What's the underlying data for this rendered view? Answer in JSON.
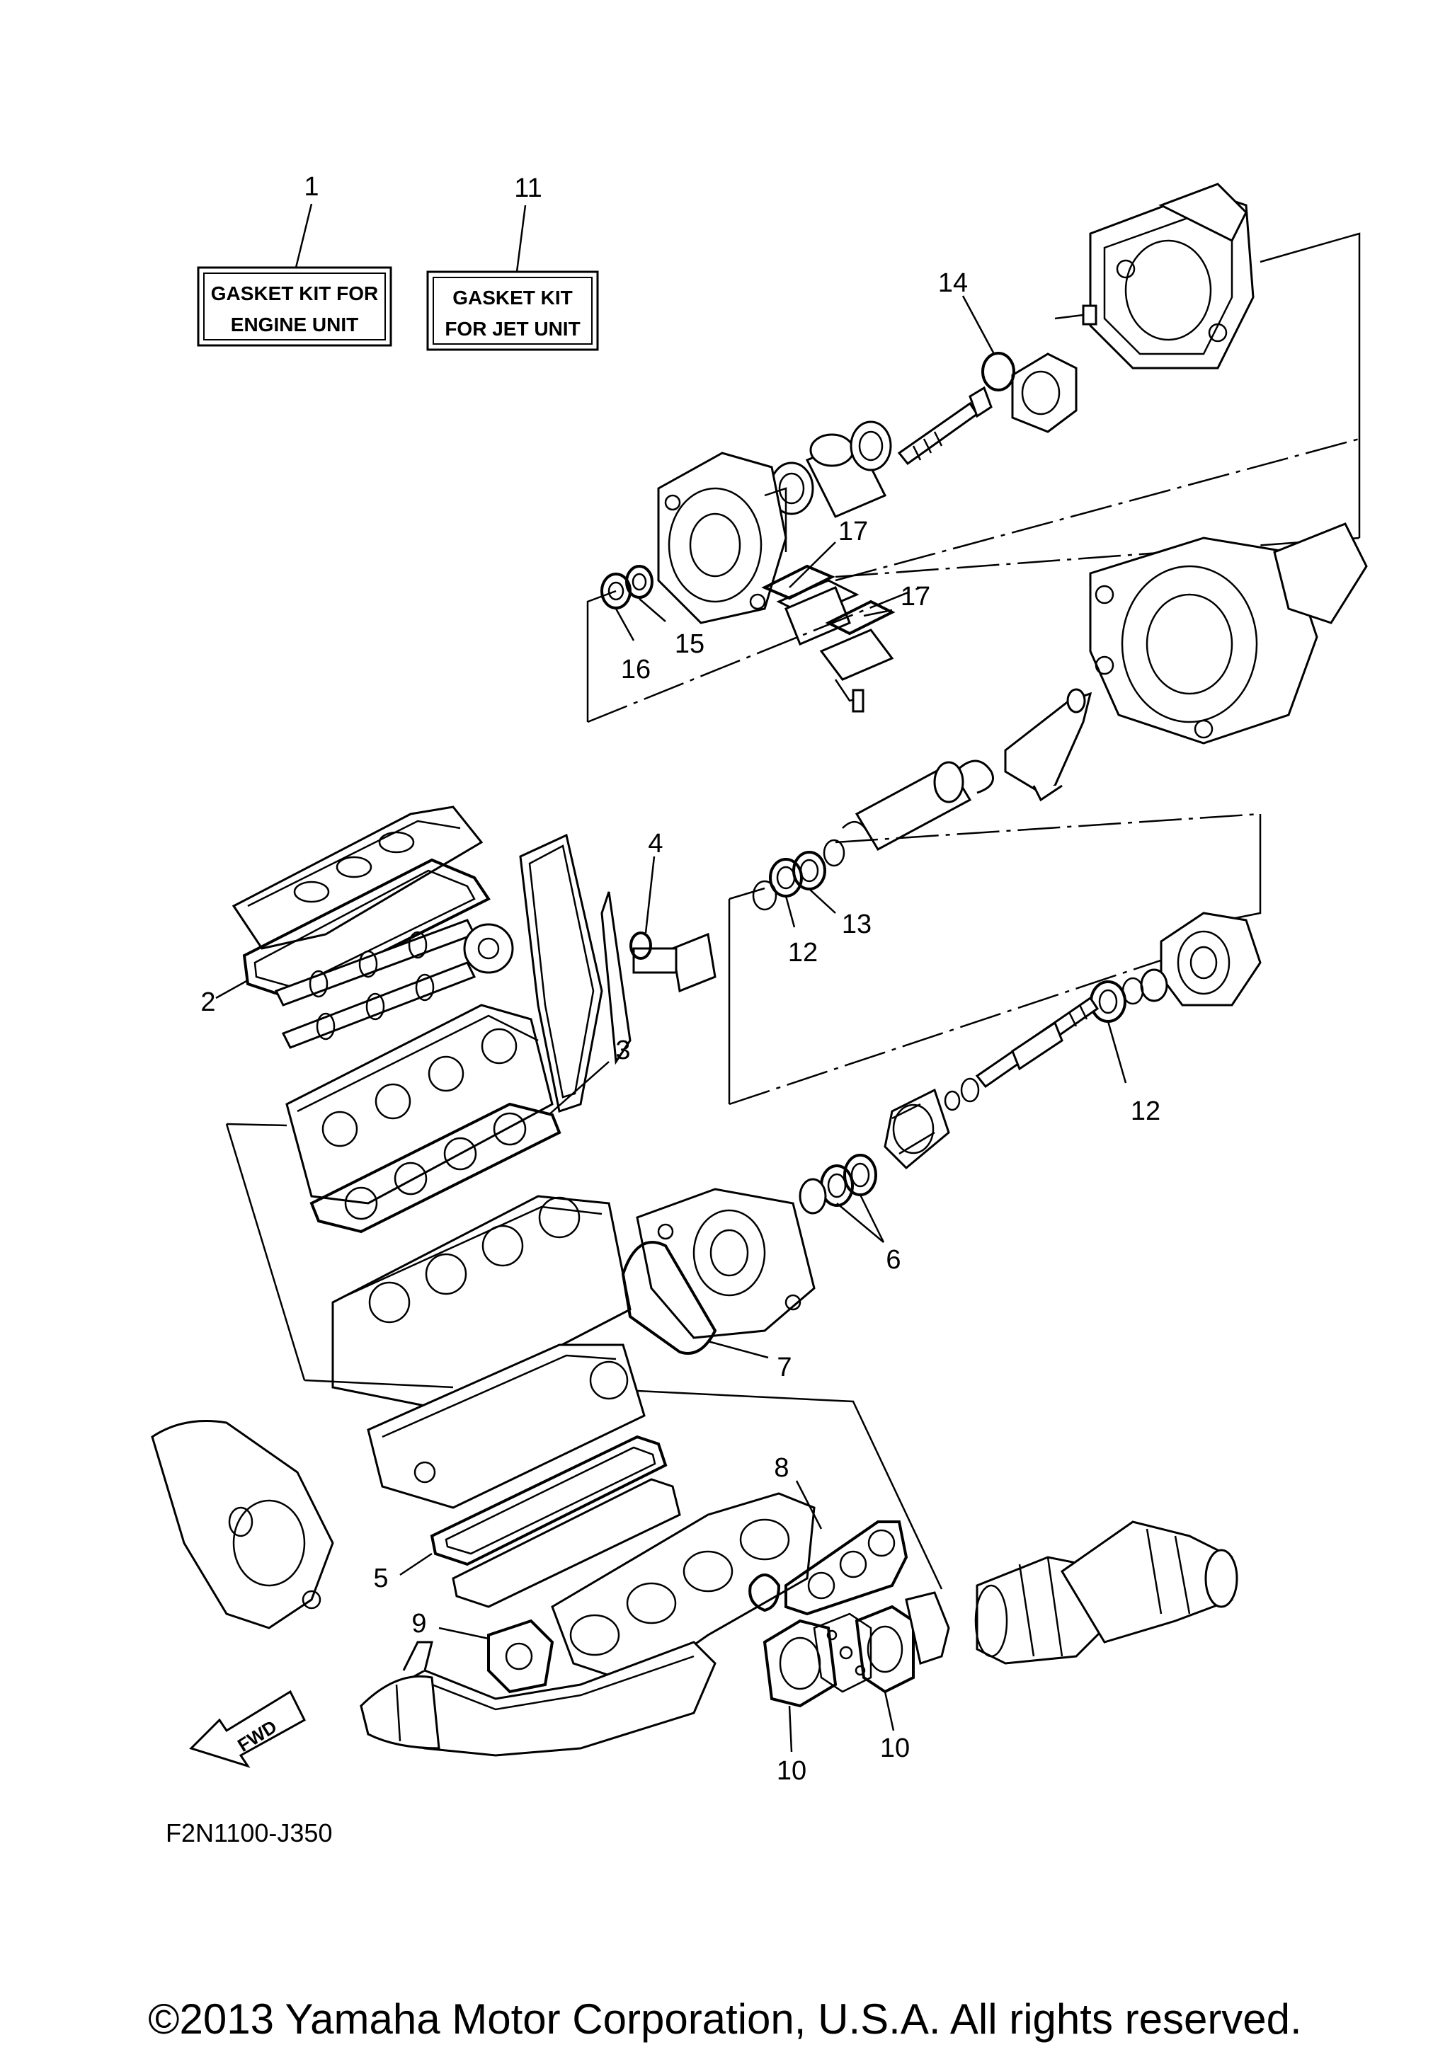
{
  "callouts": {
    "c1": "1",
    "c11": "11",
    "c14": "14",
    "c17a": "17",
    "c17b": "17",
    "c15": "15",
    "c16": "16",
    "c4": "4",
    "c13": "13",
    "c12a": "12",
    "c12b": "12",
    "c2": "2",
    "c3": "3",
    "c6": "6",
    "c7": "7",
    "c8": "8",
    "c5": "5",
    "c9": "9",
    "c10a": "10",
    "c10b": "10"
  },
  "kits": {
    "engine_line1": "GASKET KIT FOR",
    "engine_line2": "ENGINE UNIT",
    "jet_line1": "GASKET KIT",
    "jet_line2": "FOR JET UNIT"
  },
  "fwd_label": "FWD",
  "diagram_code": "F2N1100-J350",
  "copyright": "©2013 Yamaha Motor Corporation, U.S.A. All rights reserved."
}
